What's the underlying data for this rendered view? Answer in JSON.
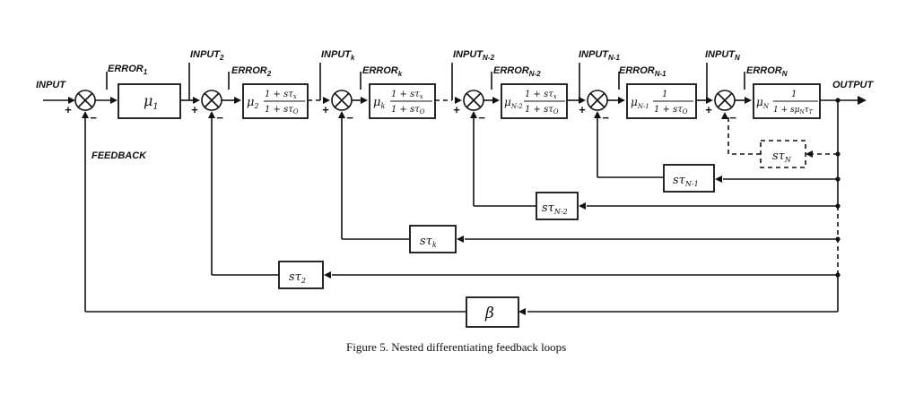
{
  "labels": {
    "input": "INPUT",
    "input_2": "INPUT",
    "input_2_sub": "2",
    "input_k": "INPUT",
    "input_k_sub": "k",
    "input_n2": "INPUT",
    "input_n2_sub": "N-2",
    "input_n1": "INPUT",
    "input_n1_sub": "N-1",
    "input_n": "INPUT",
    "input_n_sub": "N",
    "error_1": "ERROR",
    "error_1_sub": "1",
    "error_2": "ERROR",
    "error_2_sub": "2",
    "error_k": "ERROR",
    "error_k_sub": "k",
    "error_n2": "ERROR",
    "error_n2_sub": "N-2",
    "error_n1": "ERROR",
    "error_n1_sub": "N-1",
    "error_n": "ERROR",
    "error_n_sub": "N",
    "output": "OUTPUT",
    "feedback": "FEEDBACK",
    "plus": "+",
    "minus": "−"
  },
  "blocks": {
    "mu1": {
      "gain": "μ",
      "gain_sub": "1"
    },
    "mu2": {
      "gain": "μ",
      "gain_sub": "2",
      "num": "1 + sτ",
      "num_sub": "x",
      "den": "1 + sτ",
      "den_sub": "O"
    },
    "muk": {
      "gain": "μ",
      "gain_sub": "k",
      "num": "1 + sτ",
      "num_sub": "x",
      "den": "1 + sτ",
      "den_sub": "O"
    },
    "mun2": {
      "gain": "μ",
      "gain_sub": "N-2",
      "num": "1 + sτ",
      "num_sub": "x",
      "den": "1 + sτ",
      "den_sub": "O"
    },
    "mun1": {
      "gain": "μ",
      "gain_sub": "N-1",
      "num": "1",
      "den": "1 + sτ",
      "den_sub": "O"
    },
    "mun": {
      "gain": "μ",
      "gain_sub": "N",
      "num": "1",
      "den": "1 + sμ",
      "den_sub": "N",
      "den_tail": "τ",
      "den_tail_sub": "T"
    }
  },
  "feedback_blocks": {
    "tau_n": {
      "s": "sτ",
      "sub": "N"
    },
    "tau_n1": {
      "s": "sτ",
      "sub": "N-1"
    },
    "tau_n2": {
      "s": "sτ",
      "sub": "N-2"
    },
    "tau_k": {
      "s": "sτ",
      "sub": "k"
    },
    "tau_2": {
      "s": "sτ",
      "sub": "2"
    },
    "beta": {
      "s": "β"
    }
  },
  "caption": "Figure 5.  Nested differentiating feedback loops"
}
